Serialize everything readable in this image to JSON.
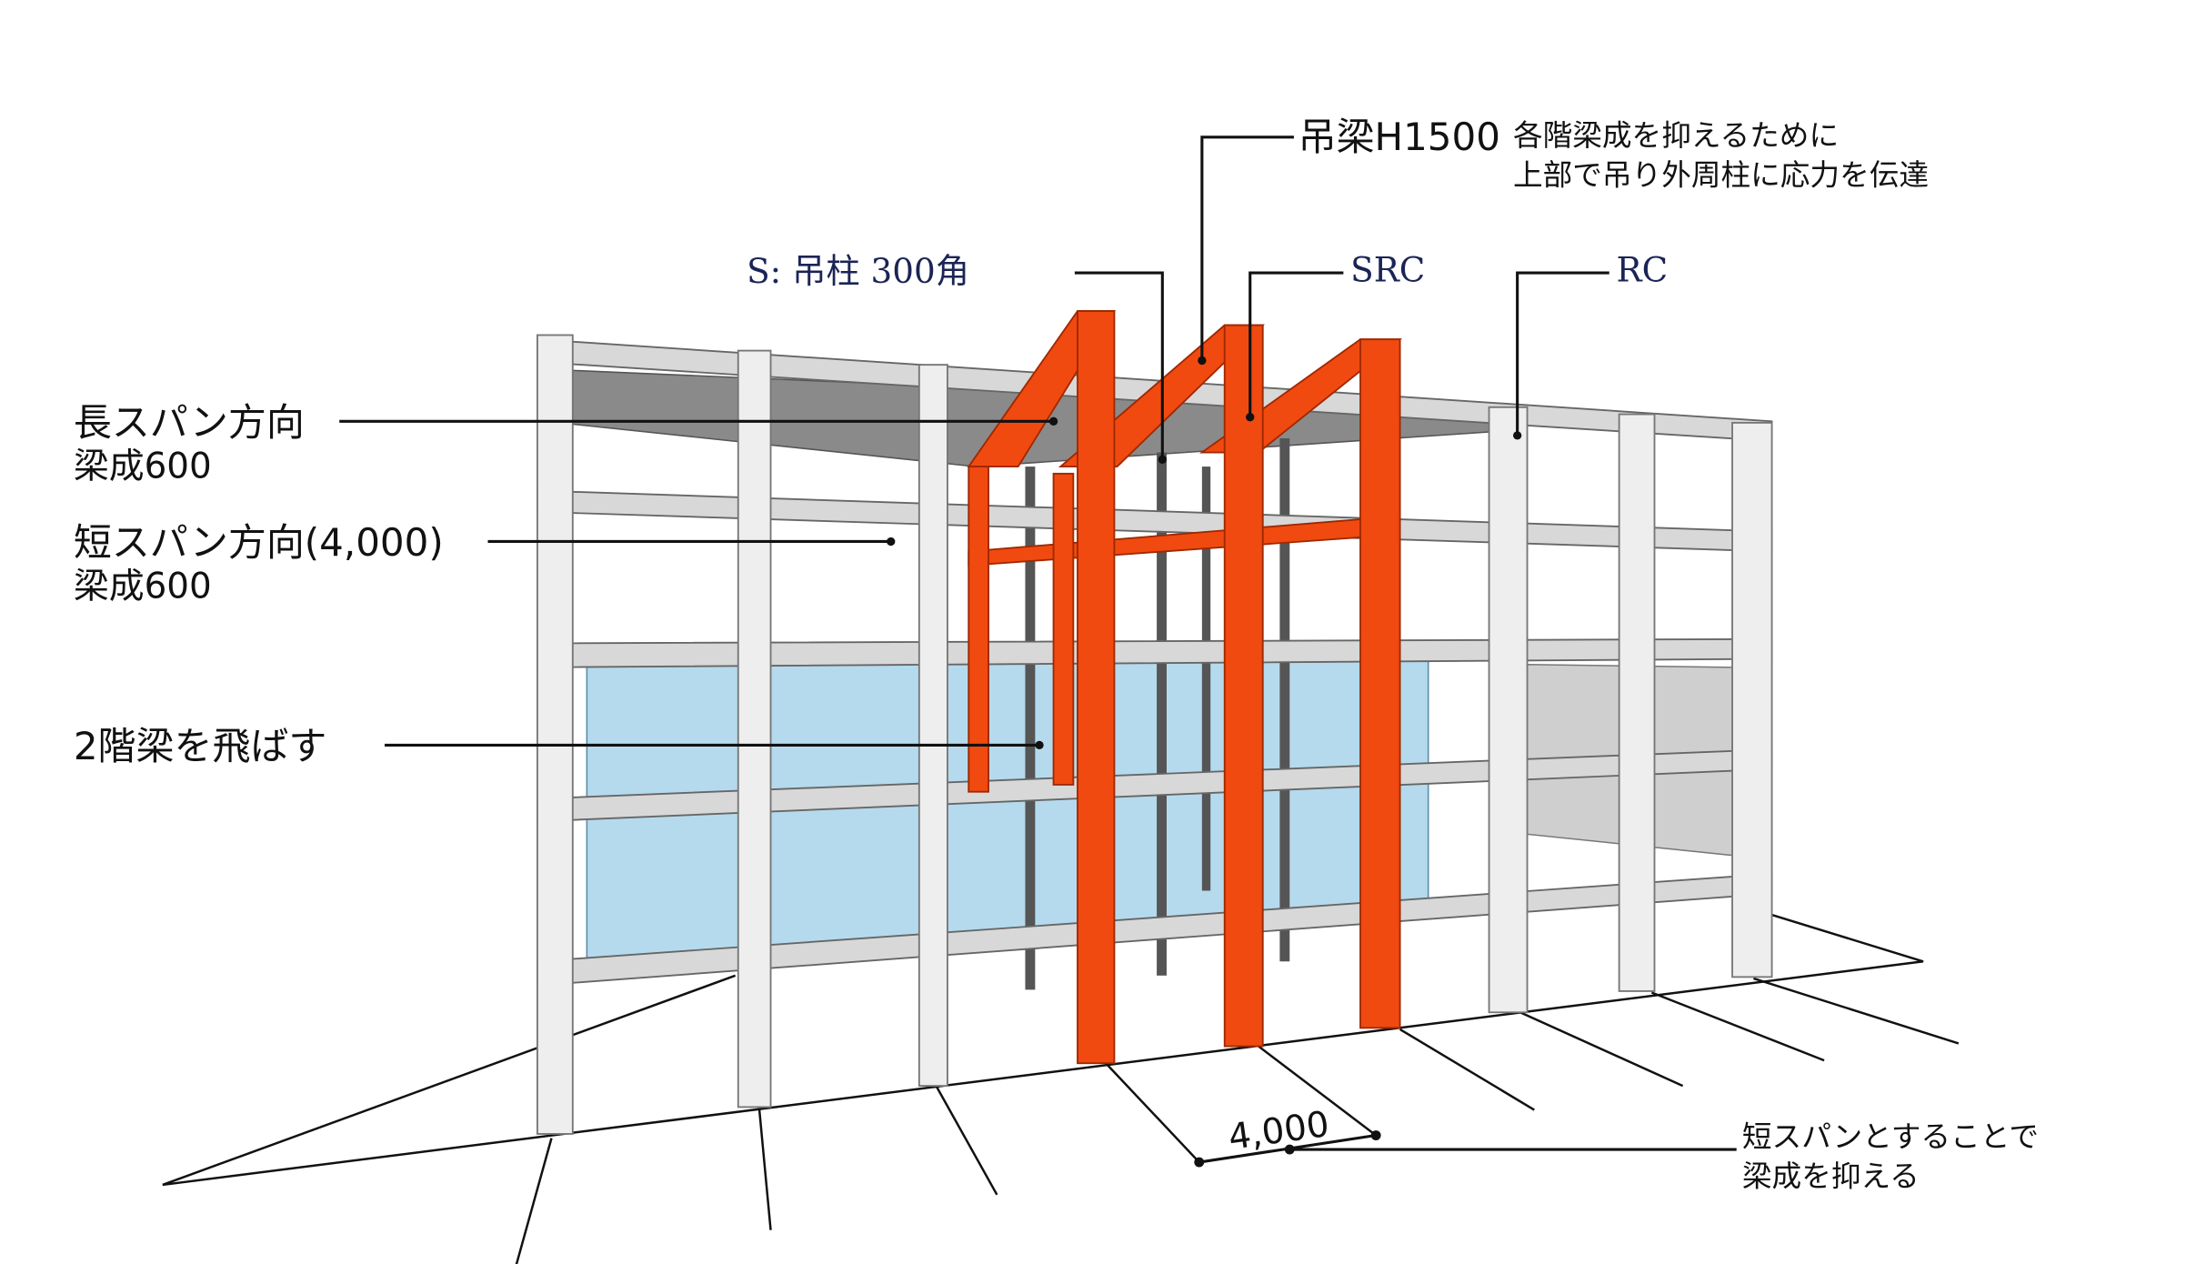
{
  "labels": {
    "long_span": [
      "長スパン方向",
      "梁成600"
    ],
    "short_span": [
      "短スパン方向(4,000)",
      "梁成600"
    ],
    "second_floor": "2階梁を飛ばす",
    "hanging_column": "S:  吊柱 300角",
    "hanging_beam": "吊梁H1500",
    "hanging_beam_note": [
      "各階梁成を抑えるために",
      "上部で吊り外周柱に応力を伝達"
    ],
    "src": "SRC",
    "rc": "RC",
    "dimension": "4,000",
    "dimension_note": [
      "短スパンとすることで",
      "梁成を抑える"
    ]
  },
  "colors": {
    "src_column": "#f04a10",
    "glass": "#a8d4ea",
    "label_navy": "#1b2456"
  }
}
